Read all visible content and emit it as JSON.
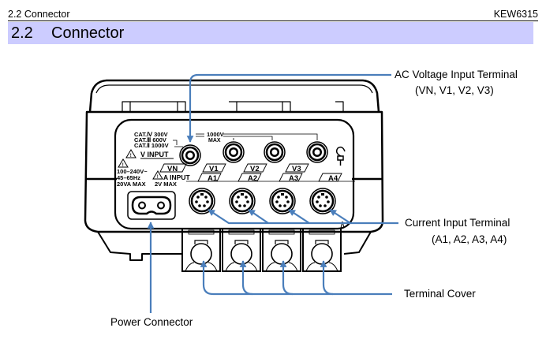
{
  "header": {
    "section_ref": "2.2 Connector",
    "model": "KEW6315"
  },
  "section": {
    "number": "2.2",
    "title": "Connector"
  },
  "callouts": {
    "ac_voltage": {
      "line1": "AC Voltage Input Terminal",
      "line2": "(VN, V1, V2, V3)"
    },
    "current": {
      "line1": "Current Input Terminal",
      "line2": "(A1, A2, A3, A4)"
    },
    "terminal_cover": {
      "line1": "Terminal Cover"
    },
    "power": {
      "line1": "Power Connector"
    }
  },
  "panel": {
    "cat4": "CAT.Ⅳ 300V",
    "cat3": "CAT.Ⅲ 600V",
    "cat2": "CAT.Ⅱ 1000V",
    "v_input": "V INPUT",
    "max_voltage": "1000V",
    "max_word": "MAX",
    "power_rating_1": "100–240V~",
    "power_rating_2": "45–65Hz",
    "power_rating_3": "20VA MAX",
    "a_input": "A INPUT",
    "a_max": "2V MAX",
    "voltage_terminals": [
      "VN",
      "V1",
      "V2",
      "V3"
    ],
    "current_terminals": [
      "A1",
      "A2",
      "A3",
      "A4"
    ]
  },
  "colors": {
    "callout_line": "#4a7ebb",
    "section_band": "#ccccff"
  }
}
